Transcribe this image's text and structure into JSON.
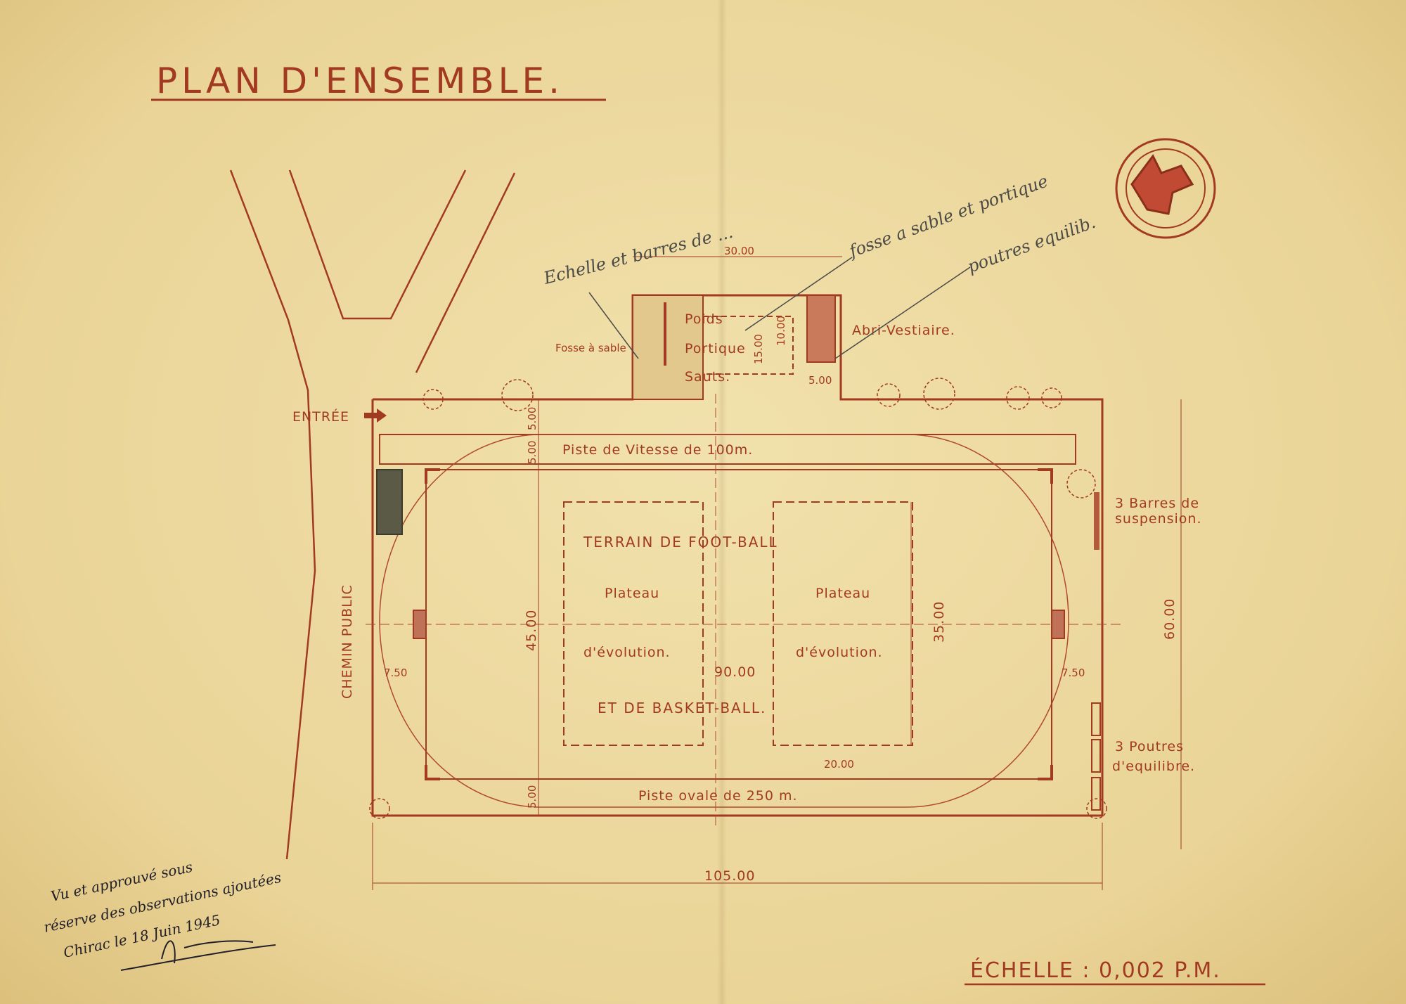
{
  "title": "PLAN D'ENSEMBLE.",
  "labels": {
    "entry": "ENTRÉE",
    "public_road": "CHEMIN PUBLIC",
    "sand_pit": "Fosse à sable",
    "shot_put": "Poids",
    "portico": "Portique",
    "jumps": "Sauts.",
    "changing_room": "Abri-Vestiaire.",
    "sprint_track": "Piste    de    Vitesse    de    100m.",
    "football_field": "TERRAIN   DE   FOOT-BALL",
    "plateau_left_1": "Plateau",
    "plateau_left_2": "d'évolution.",
    "plateau_right_1": "Plateau",
    "plateau_right_2": "d'évolution.",
    "basketball": "ET   DE   BASKET-BALL.",
    "oval_track": "Piste    ovale    de    250 m.",
    "bars_1": "3 Barres de",
    "bars_2": "suspension.",
    "beams_1": "3 Poutres",
    "beams_2": "d'equilibre.",
    "scale": "ÉCHELLE : 0,002 P.M."
  },
  "dimensions": {
    "top_width": "30.00",
    "depth_15": "15.00",
    "depth_10": "10.00",
    "gap_5_top": "5.00",
    "gap_5_left_a": "5.00",
    "gap_5_left_b": "5.00",
    "gap_5_bottom": "5.00",
    "field_45": "45.00",
    "field_35": "35.00",
    "field_90": "90.00",
    "field_20": "20.00",
    "side_7_50_left": "7.50",
    "side_7_50_right": "7.50",
    "height_60": "60.00",
    "total_105": "105.00"
  },
  "handwritten": {
    "note_ladder": "Echelle et barres de ...",
    "note_sandpit": "fosse a sable et portique",
    "note_beams": "poutres equilib.",
    "approval_1": "Vu et approuvé sous",
    "approval_2": "réserve des observations ajoutées",
    "approval_3": "Chirac le 18 Juin 1945"
  },
  "colors": {
    "paper": "#ecd9a0",
    "ink_red": "#a23a22",
    "pencil": "#4b4a46"
  }
}
